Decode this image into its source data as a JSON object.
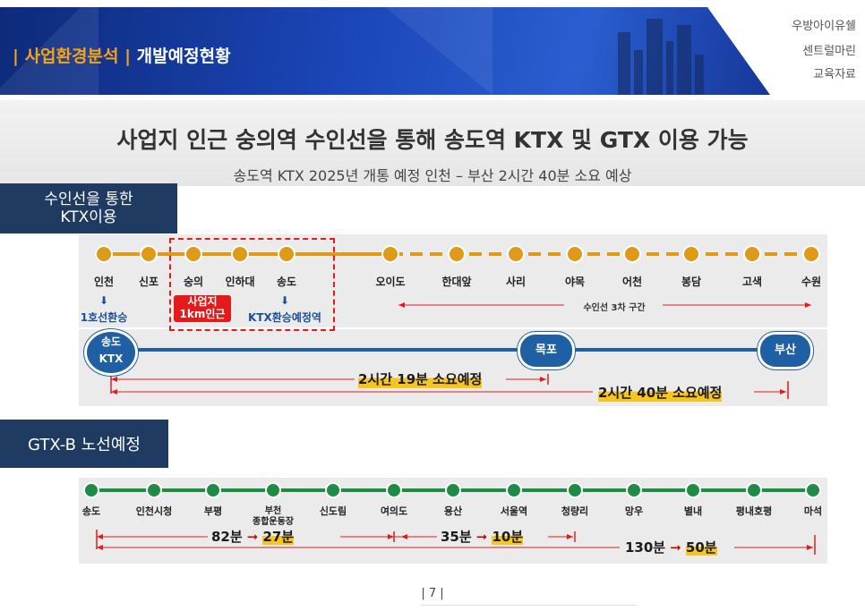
{
  "header": {
    "bar": "|",
    "section": "사업환경분석",
    "bar2": "|",
    "subsection": "개발예정현황",
    "corner": [
      "우방아이유쉘",
      "센트럴마린",
      "교육자료"
    ]
  },
  "banner": {
    "title": "사업지 인근 숭의역 수인선을 통해 송도역 KTX 및 GTX 이용 가능",
    "subtitle": "송도역 KTX 2025년 개통 예정 인천 – 부산 2시간 40분 소요 예상"
  },
  "ktx_section": {
    "tag_line1": "수인선을 통한",
    "tag_line2": "KTX이용",
    "stations": [
      "인천",
      "신포",
      "숭의",
      "인하대",
      "송도",
      "오이도",
      "한대앞",
      "사리",
      "야목",
      "어천",
      "봉담",
      "고색",
      "수원"
    ],
    "transfer_arrow": "⬇",
    "transfer_incheon": "1호선환승",
    "site_tag_line1": "사업지",
    "site_tag_line2": "1km인근",
    "transfer_songdo": "KTX환승예정역",
    "phase3_label": "수인선 3차 구간",
    "ktx_stops": [
      "송도\nKTX",
      "목포",
      "부산"
    ],
    "ktx_stop1_line1": "송도",
    "ktx_stop1_line2": "KTX",
    "time1": "2시간 19분 소요예정",
    "time2": "2시간 40분 소요예정",
    "colors": {
      "suin_line": "#e09a1a",
      "ktx_line": "#1f5fa3",
      "accent_red": "#e51b1b"
    }
  },
  "gtx_section": {
    "tag": "GTX-B 노선예정",
    "stations": [
      "송도",
      "인천시청",
      "부평",
      "부천",
      "신도림",
      "여의도",
      "용산",
      "서울역",
      "청량리",
      "망우",
      "별내",
      "평내호평",
      "마석"
    ],
    "bucheon_sub": "종합운동장",
    "time1_before": "82분",
    "time1_after": "27분",
    "time2_before": "35분",
    "time2_after": "10분",
    "time3_before": "130분",
    "time3_after": "50분",
    "arrow": "➞",
    "colors": {
      "gtx_line": "#1e8c45"
    }
  },
  "footer": {
    "page": "| 7 |"
  }
}
